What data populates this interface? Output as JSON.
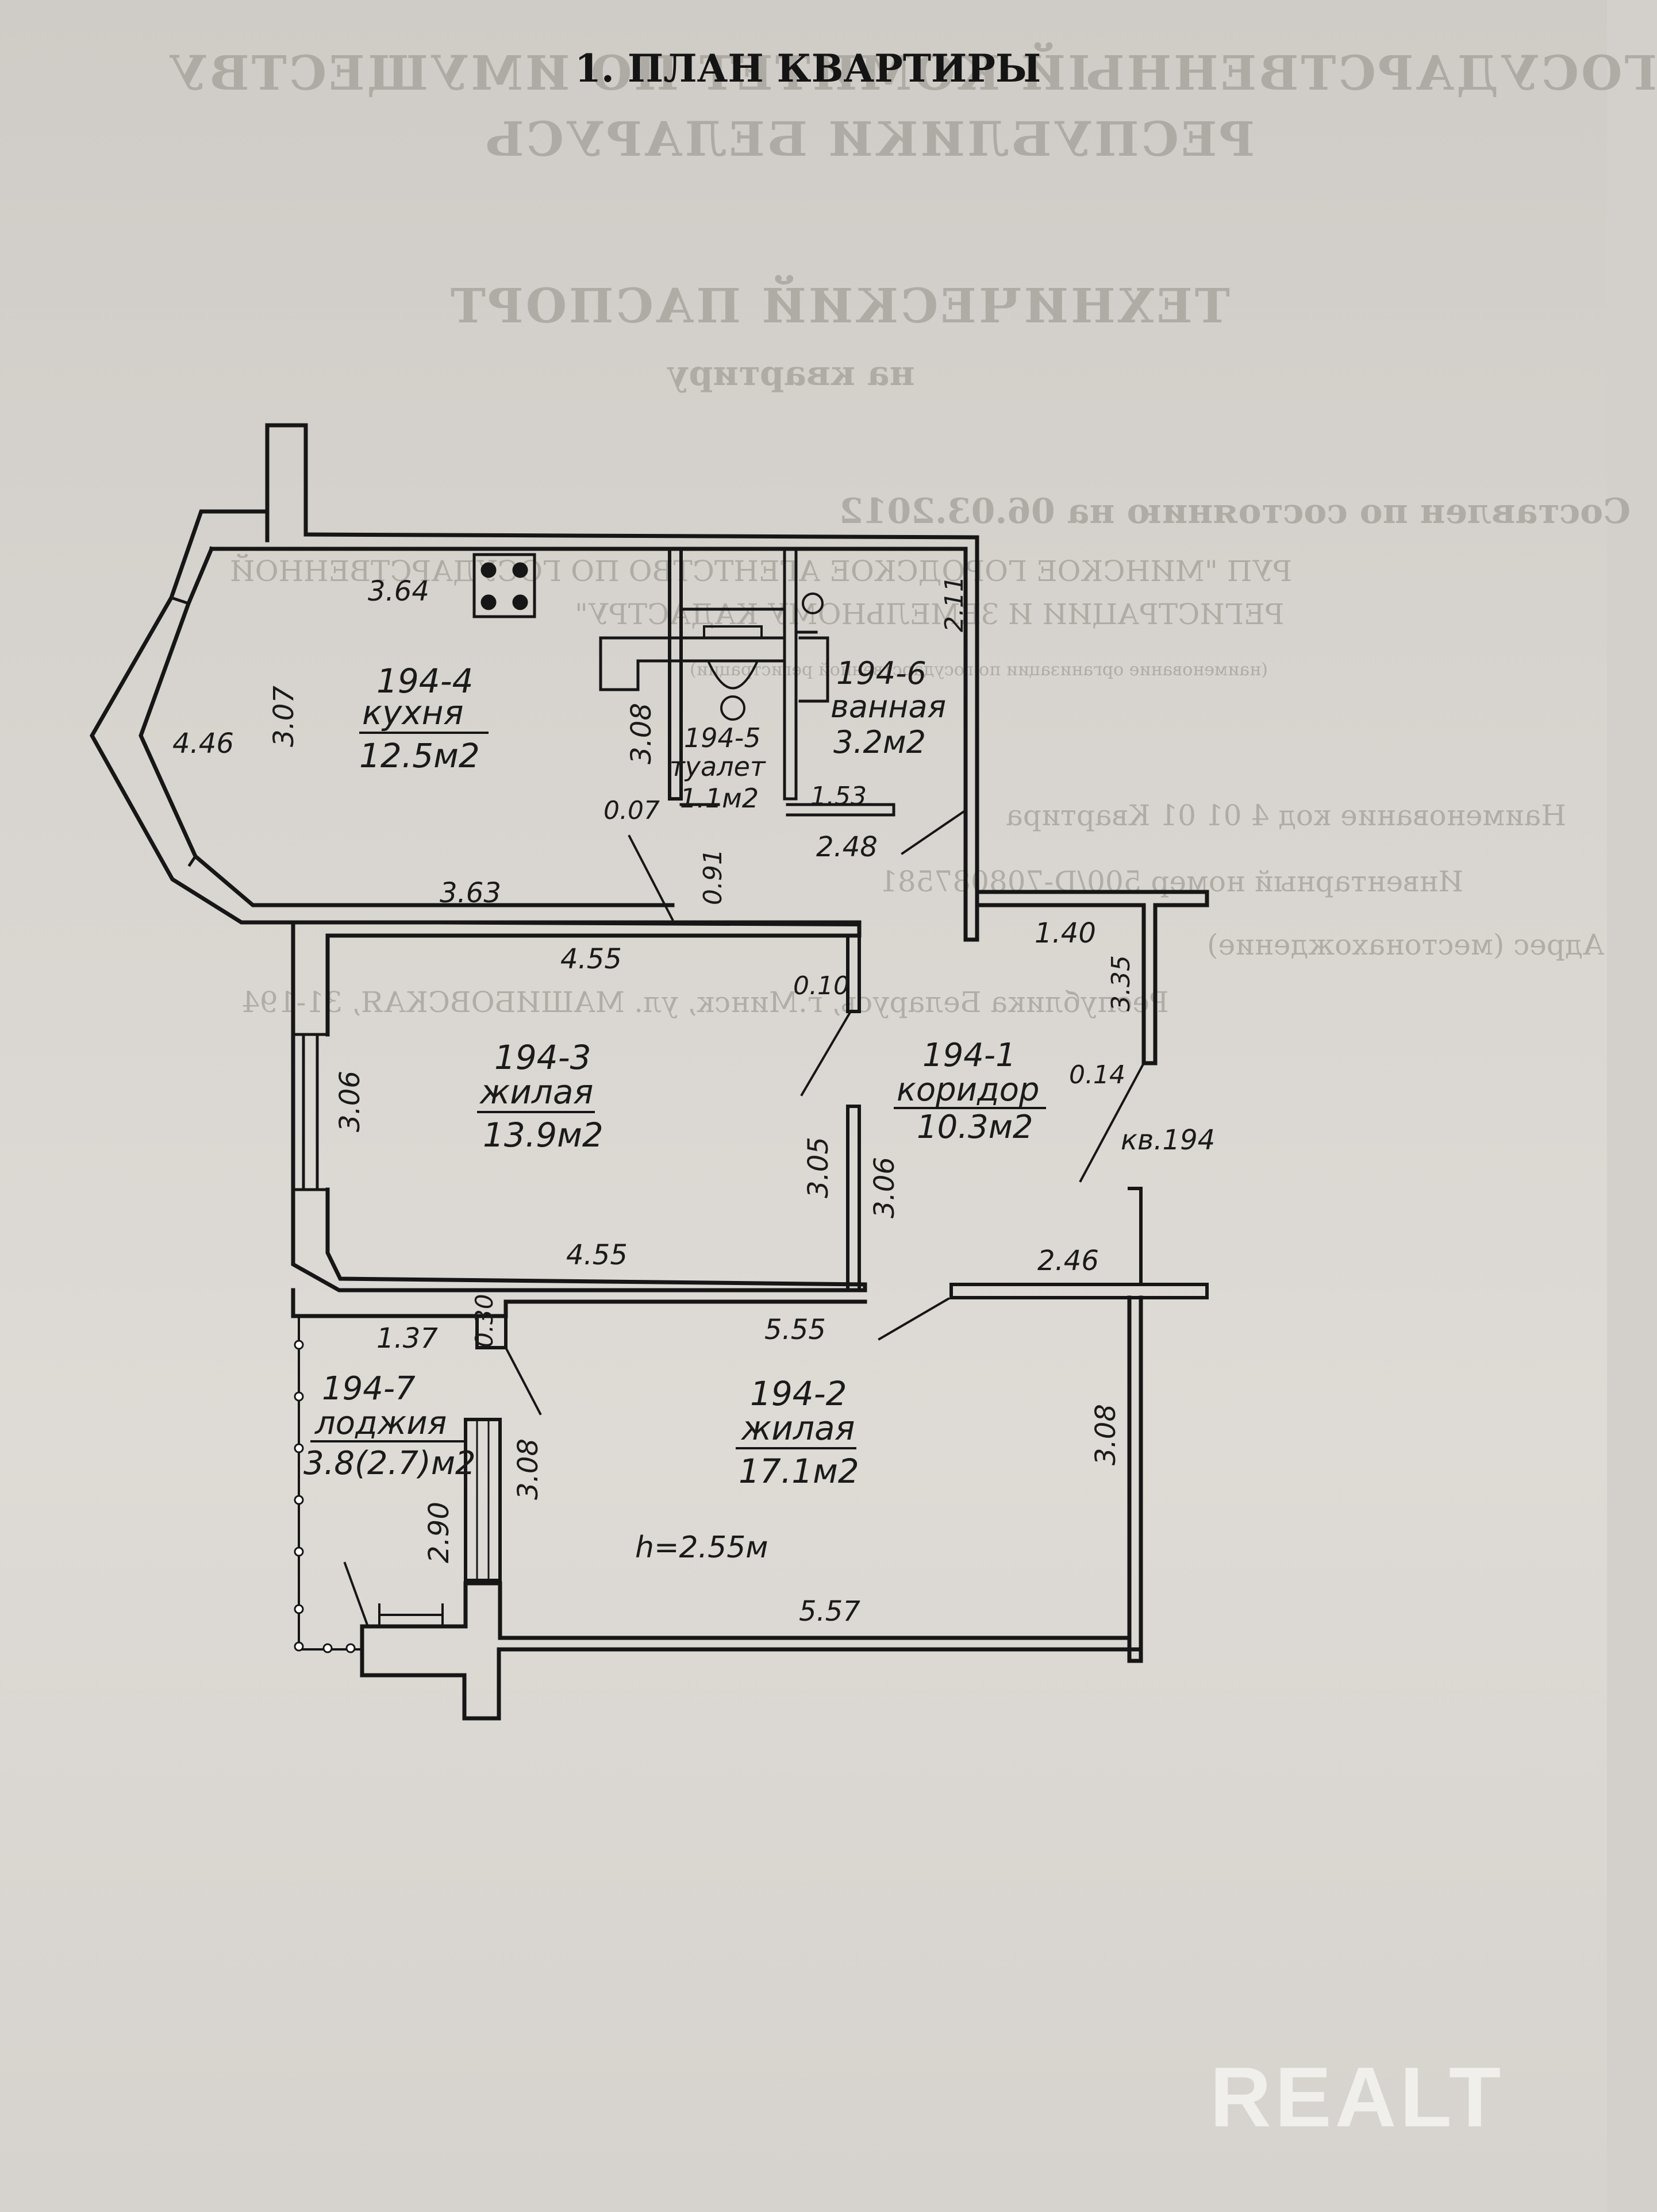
{
  "document": {
    "title": "1. ПЛАН КВАРТИРЫ"
  },
  "background_text": {
    "line1": "ГОСУДАРСТВЕННЫЙ КОМИТЕТ ПО ИМУЩЕСТВУ",
    "line2": "РЕСПУБЛИКИ БЕЛАРУСЬ",
    "line3": "ТЕХНИЧЕСКИЙ ПАСПОРТ",
    "line4": "на квартиру",
    "line5": "Составлен по состоянию на  06.03.2012",
    "line6": "РУП \"МИНСКОЕ ГОРОДСКОЕ АГЕНТСТВО ПО ГОСУДАРСТВЕННОЙ",
    "line7": "РЕГИСТРАЦИИ И ЗЕМЕЛЬНОМУ КАДАСТРУ\"",
    "line8": "(наименование организации по государственной регистрации)",
    "line9": "Наименование  код 4 01 01 Квартира",
    "line10": "Инвентарный номер  500/D-708087581",
    "line11": "Адрес (местонахождение)",
    "line12": "Республика Беларусь, г.Минск, ул. МАШИБОВСКАЯ, 31-194"
  },
  "rooms": [
    {
      "id": "194-4",
      "type": "кухня",
      "area": "12.5м2"
    },
    {
      "id": "194-5",
      "type": "туалет",
      "area": "1.1м2"
    },
    {
      "id": "194-6",
      "type": "ванная",
      "area": "3.2м2"
    },
    {
      "id": "194-3",
      "type": "жилая",
      "area": "13.9м2"
    },
    {
      "id": "194-1",
      "type": "коридор",
      "area": "10.3м2"
    },
    {
      "id": "194-2",
      "type": "жилая",
      "area": "17.1м2"
    },
    {
      "id": "194-7",
      "type": "лоджия",
      "area": "3.8(2.7)м2"
    }
  ],
  "dimensions": {
    "kitchen_top": "3.64",
    "kitchen_left": "4.46",
    "kitchen_depth": "3.07",
    "kitchen_bottom": "3.63",
    "wc_height": "3.08",
    "wall_007": "0.07",
    "door_091": "0.91",
    "bath_side": "2.11",
    "bath_width": "1.53",
    "corr_248": "2.48",
    "corr_140": "1.40",
    "corr_335": "3.35",
    "corr_014": "0.14",
    "room3_top": "4.55",
    "room3_010": "0.10",
    "room3_left": "3.06",
    "room3_right": "3.05",
    "corr_306": "3.06",
    "room3_bottom": "4.55",
    "corr_246": "2.46",
    "room2_top": "5.55",
    "room2_right": "3.08",
    "room2_bottom": "5.57",
    "room2_left": "3.08",
    "loggia_width": "1.37",
    "loggia_030": "0.30",
    "loggia_290": "2.90"
  },
  "apartment_label": "кв.194",
  "ceiling_height": "h=2.55м",
  "watermark": "REALT"
}
